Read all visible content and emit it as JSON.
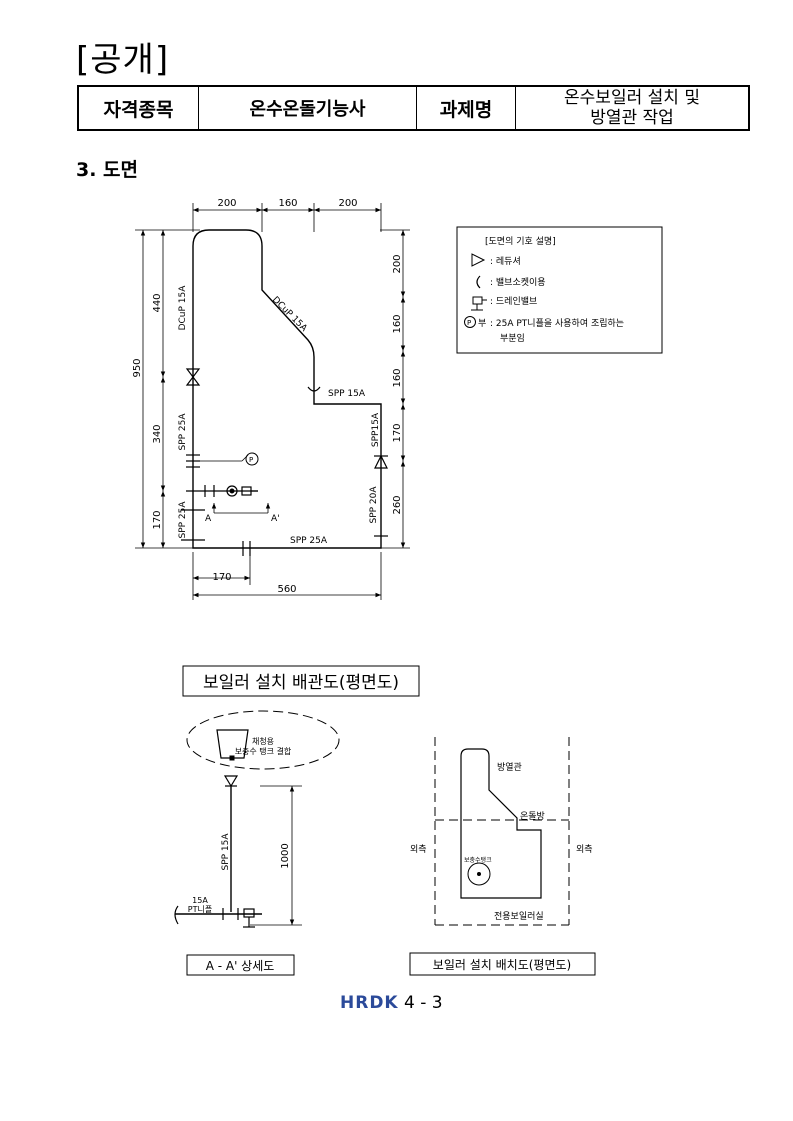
{
  "header": {
    "badge": "[공개]",
    "qual_label": "자격종목",
    "qual_value": "온수온돌기능사",
    "task_label": "과제명",
    "task_value_line1": "온수보일러 설치 및",
    "task_value_line2": "방열관 작업"
  },
  "section_title": "3. 도면",
  "main_drawing": {
    "top_dims": [
      "200",
      "160",
      "200"
    ],
    "left_total": "950",
    "left_dims": [
      "440",
      "340",
      "170"
    ],
    "right_dims": [
      "200",
      "160",
      "160",
      "170",
      "260"
    ],
    "bottom_dims": [
      "170",
      "560"
    ],
    "pipe_labels": {
      "dcup_left": "DCuP 15A",
      "dcup_diag": "DCuP 15A",
      "spp_15a_top": "SPP 15A",
      "spp_25a_left": "SPP 25A",
      "spp_25a_lower": "SPP 25A",
      "spp_15a_right": "SPP15A",
      "spp_20a": "SPP 20A",
      "spp_25a_bottom": "SPP 25A"
    },
    "section_a": "A",
    "section_a_prime": "A'",
    "pt_marker": "P"
  },
  "legend": {
    "title": "[도면의 기호 설명]",
    "items": [
      {
        "symbol": "reducer-icon",
        "text": ": 레듀셔"
      },
      {
        "symbol": "valve-socket-icon",
        "text": ": 밸브소켓이용"
      },
      {
        "symbol": "drain-valve-icon",
        "text": ": 드레인밸브"
      }
    ],
    "pt_prefix": "P",
    "pt_suffix": "부",
    "pt_line1": ": 25A PT니플을 사용하여 조립하는",
    "pt_line2": "부분임"
  },
  "captions": {
    "piping_plan": "보일러 설치 배관도(평면도)",
    "detail": "A - A' 상세도",
    "layout_plan": "보일러 설치 배치도(평면도)"
  },
  "detail_drawing": {
    "tank_line1": "채청용",
    "tank_line2": "보충수 탱크 결합",
    "pipe": "SPP 15A",
    "height": "1000",
    "nipple_line1": "15A",
    "nipple_line2": "PT니플"
  },
  "layout_drawing": {
    "radiator": "방열관",
    "floor_room": "온돌방",
    "outside_left": "외측",
    "outside_right": "외측",
    "tank": "보충수탱크",
    "boiler_room": "전용보일러실"
  },
  "footer": {
    "logo": "HRDK",
    "page": "4 - 3"
  }
}
